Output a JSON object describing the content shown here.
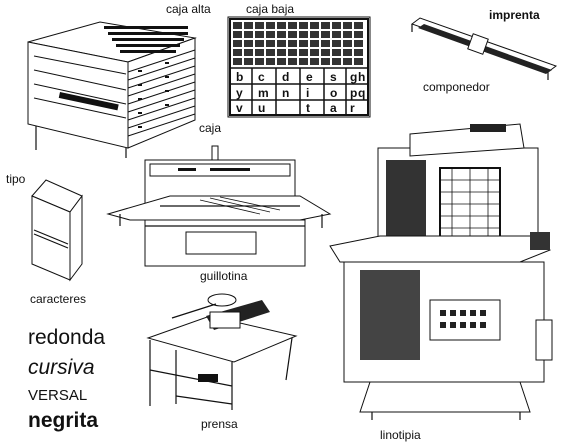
{
  "title": "imprenta",
  "labels": {
    "caja_alta": "caja alta",
    "caja_baja": "caja baja",
    "caja": "caja",
    "componedor": "componedor",
    "tipo": "tipo",
    "caracteres": "caracteres",
    "guillotina": "guillotina",
    "prensa": "prensa",
    "linotipia": "linotipia"
  },
  "type_styles": {
    "redonda": "redonda",
    "cursiva": "cursiva",
    "versal": "VERSAL",
    "negrita": "negrita"
  },
  "caja_baja_letters": [
    "b",
    "c",
    "d",
    "e",
    "s",
    "g",
    "h",
    "y",
    "m",
    "n",
    "i",
    "o",
    "p",
    "q",
    "v",
    "u",
    "t",
    "a",
    "r"
  ]
}
